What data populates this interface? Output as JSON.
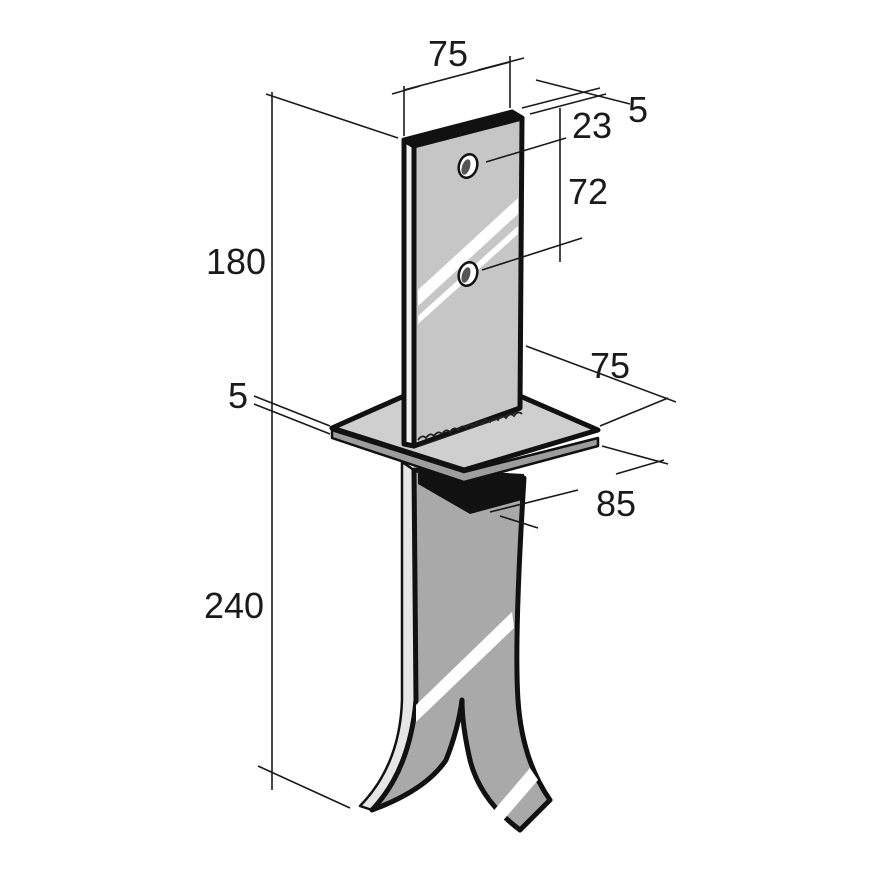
{
  "dimensions": {
    "plate_width": "75",
    "plate_thickness": "5",
    "hole_offset_top": "23",
    "hole_spacing": "72",
    "upper_height": "180",
    "base_thickness": "5",
    "base_width": "75",
    "base_depth": "85",
    "spike_length": "240"
  },
  "colors": {
    "metal_face": "#c9c9c9",
    "metal_side": "#a8a8a8",
    "metal_dark": "#9a9a9a",
    "shadow": "#111111",
    "highlight": "#ffffff",
    "line": "#1a1a1a"
  }
}
